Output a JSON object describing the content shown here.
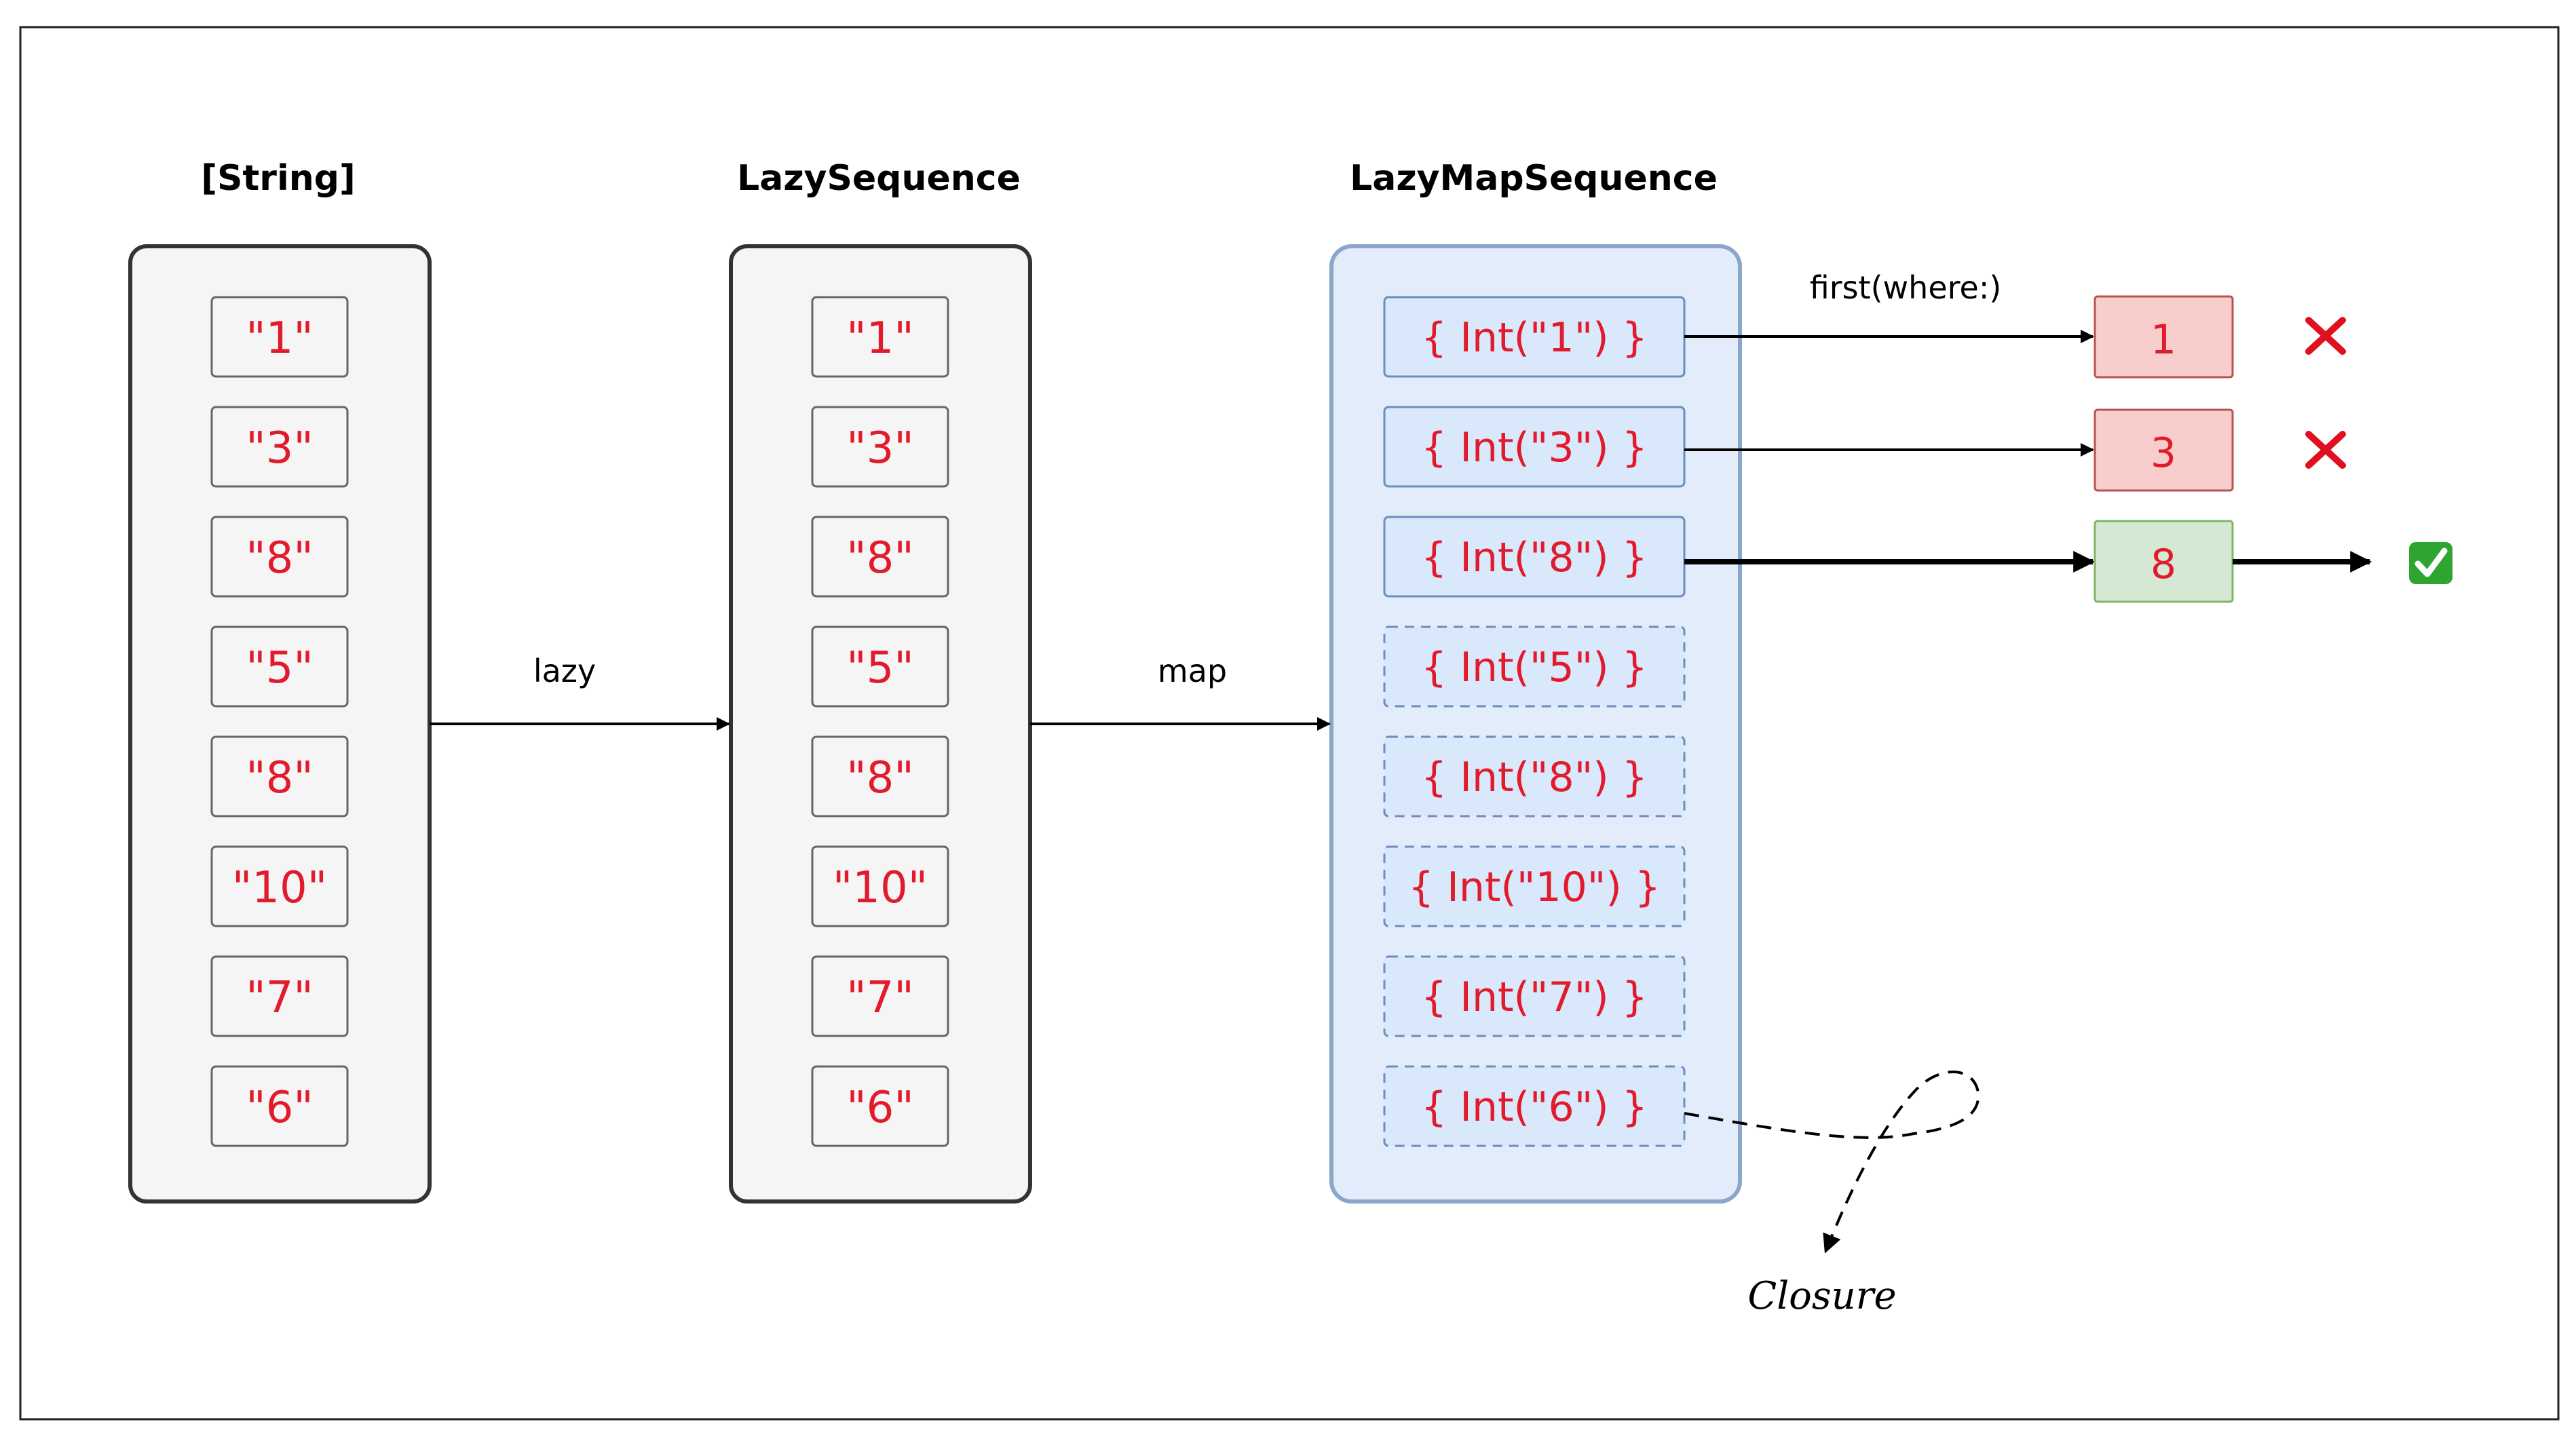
{
  "columns": [
    {
      "title": "[String]",
      "items": [
        "\"1\"",
        "\"3\"",
        "\"8\"",
        "\"5\"",
        "\"8\"",
        "\"10\"",
        "\"7\"",
        "\"6\""
      ]
    },
    {
      "title": "LazySequence",
      "items": [
        "\"1\"",
        "\"3\"",
        "\"8\"",
        "\"5\"",
        "\"8\"",
        "\"10\"",
        "\"7\"",
        "\"6\""
      ]
    },
    {
      "title": "LazyMapSequence",
      "items": [
        "{ Int(\"1\") }",
        "{ Int(\"3\") }",
        "{ Int(\"8\") }",
        "{ Int(\"5\") }",
        "{ Int(\"8\") }",
        "{ Int(\"10\") }",
        "{ Int(\"7\") }",
        "{ Int(\"6\") }"
      ],
      "evaluated_count": 3
    }
  ],
  "edges": {
    "lazy_label": "lazy",
    "map_label": "map",
    "first_where_label": "first(where:)"
  },
  "results": [
    {
      "value": "1",
      "status": "rejected",
      "mark": "cross-icon"
    },
    {
      "value": "3",
      "status": "rejected",
      "mark": "cross-icon"
    },
    {
      "value": "8",
      "status": "accepted",
      "mark": "check-icon"
    }
  ],
  "closure_label": "Closure",
  "colors": {
    "cell_text": "#e21b2c",
    "lazy_map_container": "#e2ecfa",
    "rejected_fill": "#f8cecc",
    "accepted_fill": "#d5e8d4",
    "cross": "#e0101e",
    "check": "#2fa52f"
  }
}
